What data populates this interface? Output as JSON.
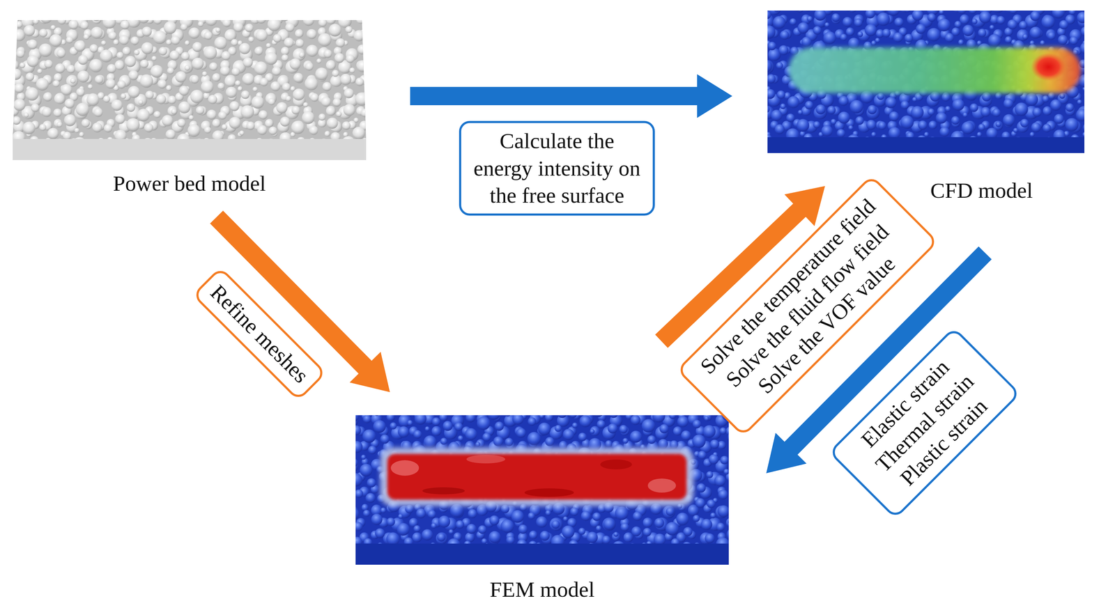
{
  "diagram": {
    "nodes": [
      {
        "text": [
          "Power bed model"
        ]
      },
      {
        "text": [
          "CFD model"
        ]
      },
      {
        "text": [
          "FEM model"
        ]
      }
    ],
    "edges": [
      {
        "from": 0,
        "to": 1,
        "arrow": "to",
        "label": "Calculate the energy intensity on the free surface"
      },
      {
        "from": 0,
        "to": 2,
        "arrow": "to",
        "label": "Refine meshes"
      },
      {
        "from": 2,
        "to": 1,
        "arrow": "to",
        "label": "Solve the temperature field Solve the fluid flow field Solve the VOF value"
      },
      {
        "from": 1,
        "to": 2,
        "arrow": "to",
        "label": "Elastic strain Thermal strain Plastic strain"
      }
    ]
  }
}
